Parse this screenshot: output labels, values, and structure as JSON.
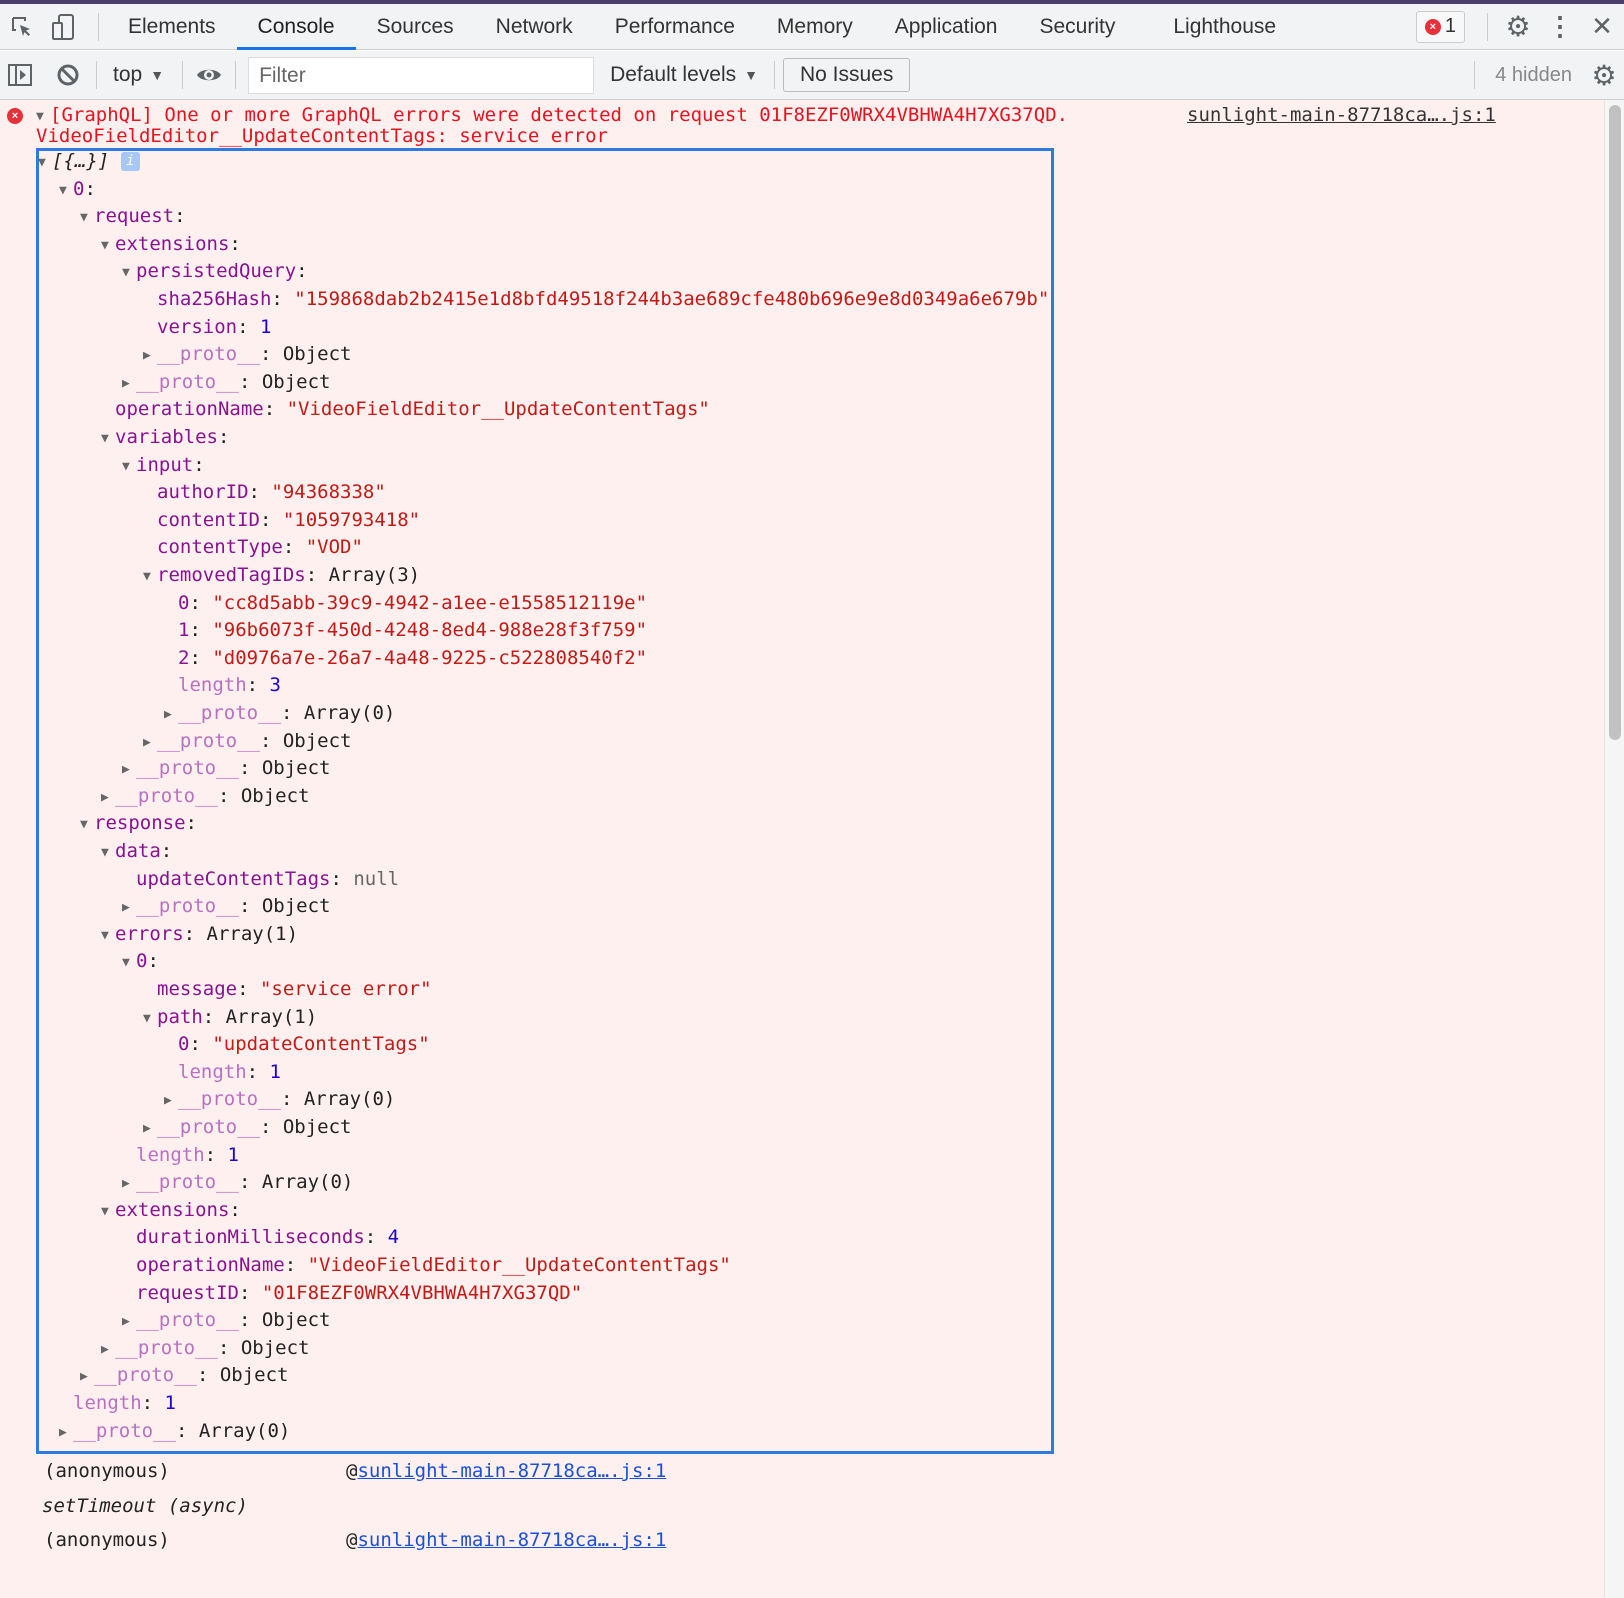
{
  "tabbar": {
    "tabs": [
      "Elements",
      "Console",
      "Sources",
      "Network",
      "Performance",
      "Memory",
      "Application",
      "Security",
      "Lighthouse"
    ],
    "active": "Console",
    "error_count": "1"
  },
  "toolbar": {
    "context": "top",
    "filter_placeholder": "Filter",
    "levels": "Default levels",
    "issues": "No Issues",
    "hidden": "4 hidden"
  },
  "message": {
    "line1": "[GraphQL] One or more GraphQL errors were detected on request 01F8EZF0WRX4VBHWA4H7XG37QD.",
    "line2": "VideoFieldEditor__UpdateContentTags: service error",
    "source": "sunlight-main-87718ca….js:1"
  },
  "tree": [
    {
      "d": 0,
      "t": "open",
      "k": "[{…}]",
      "info": true,
      "kind": "summary"
    },
    {
      "d": 1,
      "t": "open",
      "k": "0",
      "v": ""
    },
    {
      "d": 2,
      "t": "open",
      "k": "request",
      "v": ""
    },
    {
      "d": 3,
      "t": "open",
      "k": "extensions",
      "v": ""
    },
    {
      "d": 4,
      "t": "open",
      "k": "persistedQuery",
      "v": ""
    },
    {
      "d": 5,
      "t": "",
      "k": "sha256Hash",
      "v": "\"159868dab2b2415e1d8bfd49518f244b3ae689cfe480b696e9e8d0349a6e679b\"",
      "vt": "s"
    },
    {
      "d": 5,
      "t": "",
      "k": "version",
      "v": "1",
      "vt": "n"
    },
    {
      "d": 5,
      "t": "closed",
      "k": "__proto__",
      "v": "Object",
      "vt": "p",
      "dim": true
    },
    {
      "d": 4,
      "t": "closed",
      "k": "__proto__",
      "v": "Object",
      "vt": "p",
      "dim": true
    },
    {
      "d": 3,
      "t": "",
      "k": "operationName",
      "v": "\"VideoFieldEditor__UpdateContentTags\"",
      "vt": "s"
    },
    {
      "d": 3,
      "t": "open",
      "k": "variables",
      "v": ""
    },
    {
      "d": 4,
      "t": "open",
      "k": "input",
      "v": ""
    },
    {
      "d": 5,
      "t": "",
      "k": "authorID",
      "v": "\"94368338\"",
      "vt": "s"
    },
    {
      "d": 5,
      "t": "",
      "k": "contentID",
      "v": "\"1059793418\"",
      "vt": "s"
    },
    {
      "d": 5,
      "t": "",
      "k": "contentType",
      "v": "\"VOD\"",
      "vt": "s"
    },
    {
      "d": 5,
      "t": "open",
      "k": "removedTagIDs",
      "v": "Array(3)",
      "vt": "p"
    },
    {
      "d": 6,
      "t": "",
      "k": "0",
      "v": "\"cc8d5abb-39c9-4942-a1ee-e1558512119e\"",
      "vt": "s"
    },
    {
      "d": 6,
      "t": "",
      "k": "1",
      "v": "\"96b6073f-450d-4248-8ed4-988e28f3f759\"",
      "vt": "s"
    },
    {
      "d": 6,
      "t": "",
      "k": "2",
      "v": "\"d0976a7e-26a7-4a48-9225-c522808540f2\"",
      "vt": "s"
    },
    {
      "d": 6,
      "t": "",
      "k": "length",
      "v": "3",
      "vt": "n",
      "dim": true
    },
    {
      "d": 6,
      "t": "closed",
      "k": "__proto__",
      "v": "Array(0)",
      "vt": "p",
      "dim": true
    },
    {
      "d": 5,
      "t": "closed",
      "k": "__proto__",
      "v": "Object",
      "vt": "p",
      "dim": true
    },
    {
      "d": 4,
      "t": "closed",
      "k": "__proto__",
      "v": "Object",
      "vt": "p",
      "dim": true
    },
    {
      "d": 3,
      "t": "closed",
      "k": "__proto__",
      "v": "Object",
      "vt": "p",
      "dim": true
    },
    {
      "d": 2,
      "t": "open",
      "k": "response",
      "v": ""
    },
    {
      "d": 3,
      "t": "open",
      "k": "data",
      "v": ""
    },
    {
      "d": 4,
      "t": "",
      "k": "updateContentTags",
      "v": "null",
      "vt": "nl"
    },
    {
      "d": 4,
      "t": "closed",
      "k": "__proto__",
      "v": "Object",
      "vt": "p",
      "dim": true
    },
    {
      "d": 3,
      "t": "open",
      "k": "errors",
      "v": "Array(1)",
      "vt": "p"
    },
    {
      "d": 4,
      "t": "open",
      "k": "0",
      "v": ""
    },
    {
      "d": 5,
      "t": "",
      "k": "message",
      "v": "\"service error\"",
      "vt": "s"
    },
    {
      "d": 5,
      "t": "open",
      "k": "path",
      "v": "Array(1)",
      "vt": "p"
    },
    {
      "d": 6,
      "t": "",
      "k": "0",
      "v": "\"updateContentTags\"",
      "vt": "s"
    },
    {
      "d": 6,
      "t": "",
      "k": "length",
      "v": "1",
      "vt": "n",
      "dim": true
    },
    {
      "d": 6,
      "t": "closed",
      "k": "__proto__",
      "v": "Array(0)",
      "vt": "p",
      "dim": true
    },
    {
      "d": 5,
      "t": "closed",
      "k": "__proto__",
      "v": "Object",
      "vt": "p",
      "dim": true
    },
    {
      "d": 4,
      "t": "",
      "k": "length",
      "v": "1",
      "vt": "n",
      "dim": true
    },
    {
      "d": 4,
      "t": "closed",
      "k": "__proto__",
      "v": "Array(0)",
      "vt": "p",
      "dim": true
    },
    {
      "d": 3,
      "t": "open",
      "k": "extensions",
      "v": ""
    },
    {
      "d": 4,
      "t": "",
      "k": "durationMilliseconds",
      "v": "4",
      "vt": "n"
    },
    {
      "d": 4,
      "t": "",
      "k": "operationName",
      "v": "\"VideoFieldEditor__UpdateContentTags\"",
      "vt": "s"
    },
    {
      "d": 4,
      "t": "",
      "k": "requestID",
      "v": "\"01F8EZF0WRX4VBHWA4H7XG37QD\"",
      "vt": "s"
    },
    {
      "d": 4,
      "t": "closed",
      "k": "__proto__",
      "v": "Object",
      "vt": "p",
      "dim": true
    },
    {
      "d": 3,
      "t": "closed",
      "k": "__proto__",
      "v": "Object",
      "vt": "p",
      "dim": true
    },
    {
      "d": 2,
      "t": "closed",
      "k": "__proto__",
      "v": "Object",
      "vt": "p",
      "dim": true
    },
    {
      "d": 1,
      "t": "",
      "k": "length",
      "v": "1",
      "vt": "n",
      "dim": true
    },
    {
      "d": 1,
      "t": "closed",
      "k": "__proto__",
      "v": "Array(0)",
      "vt": "p",
      "dim": true
    }
  ],
  "stack": [
    {
      "fn": "(anonymous)",
      "link": "sunlight-main-87718ca….js:1"
    },
    {
      "fn": "setTimeout (async)",
      "link": "",
      "italic": true
    },
    {
      "fn": "(anonymous)",
      "link": "sunlight-main-87718ca….js:1"
    }
  ]
}
